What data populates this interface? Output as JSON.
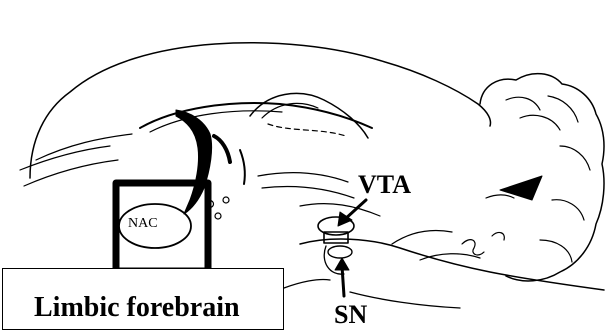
{
  "labels": {
    "nac": "NAC",
    "vta": "VTA",
    "sn": "SN",
    "region": "Limbic forebrain"
  },
  "colors": {
    "ink": "#000000",
    "background": "#ffffff"
  }
}
